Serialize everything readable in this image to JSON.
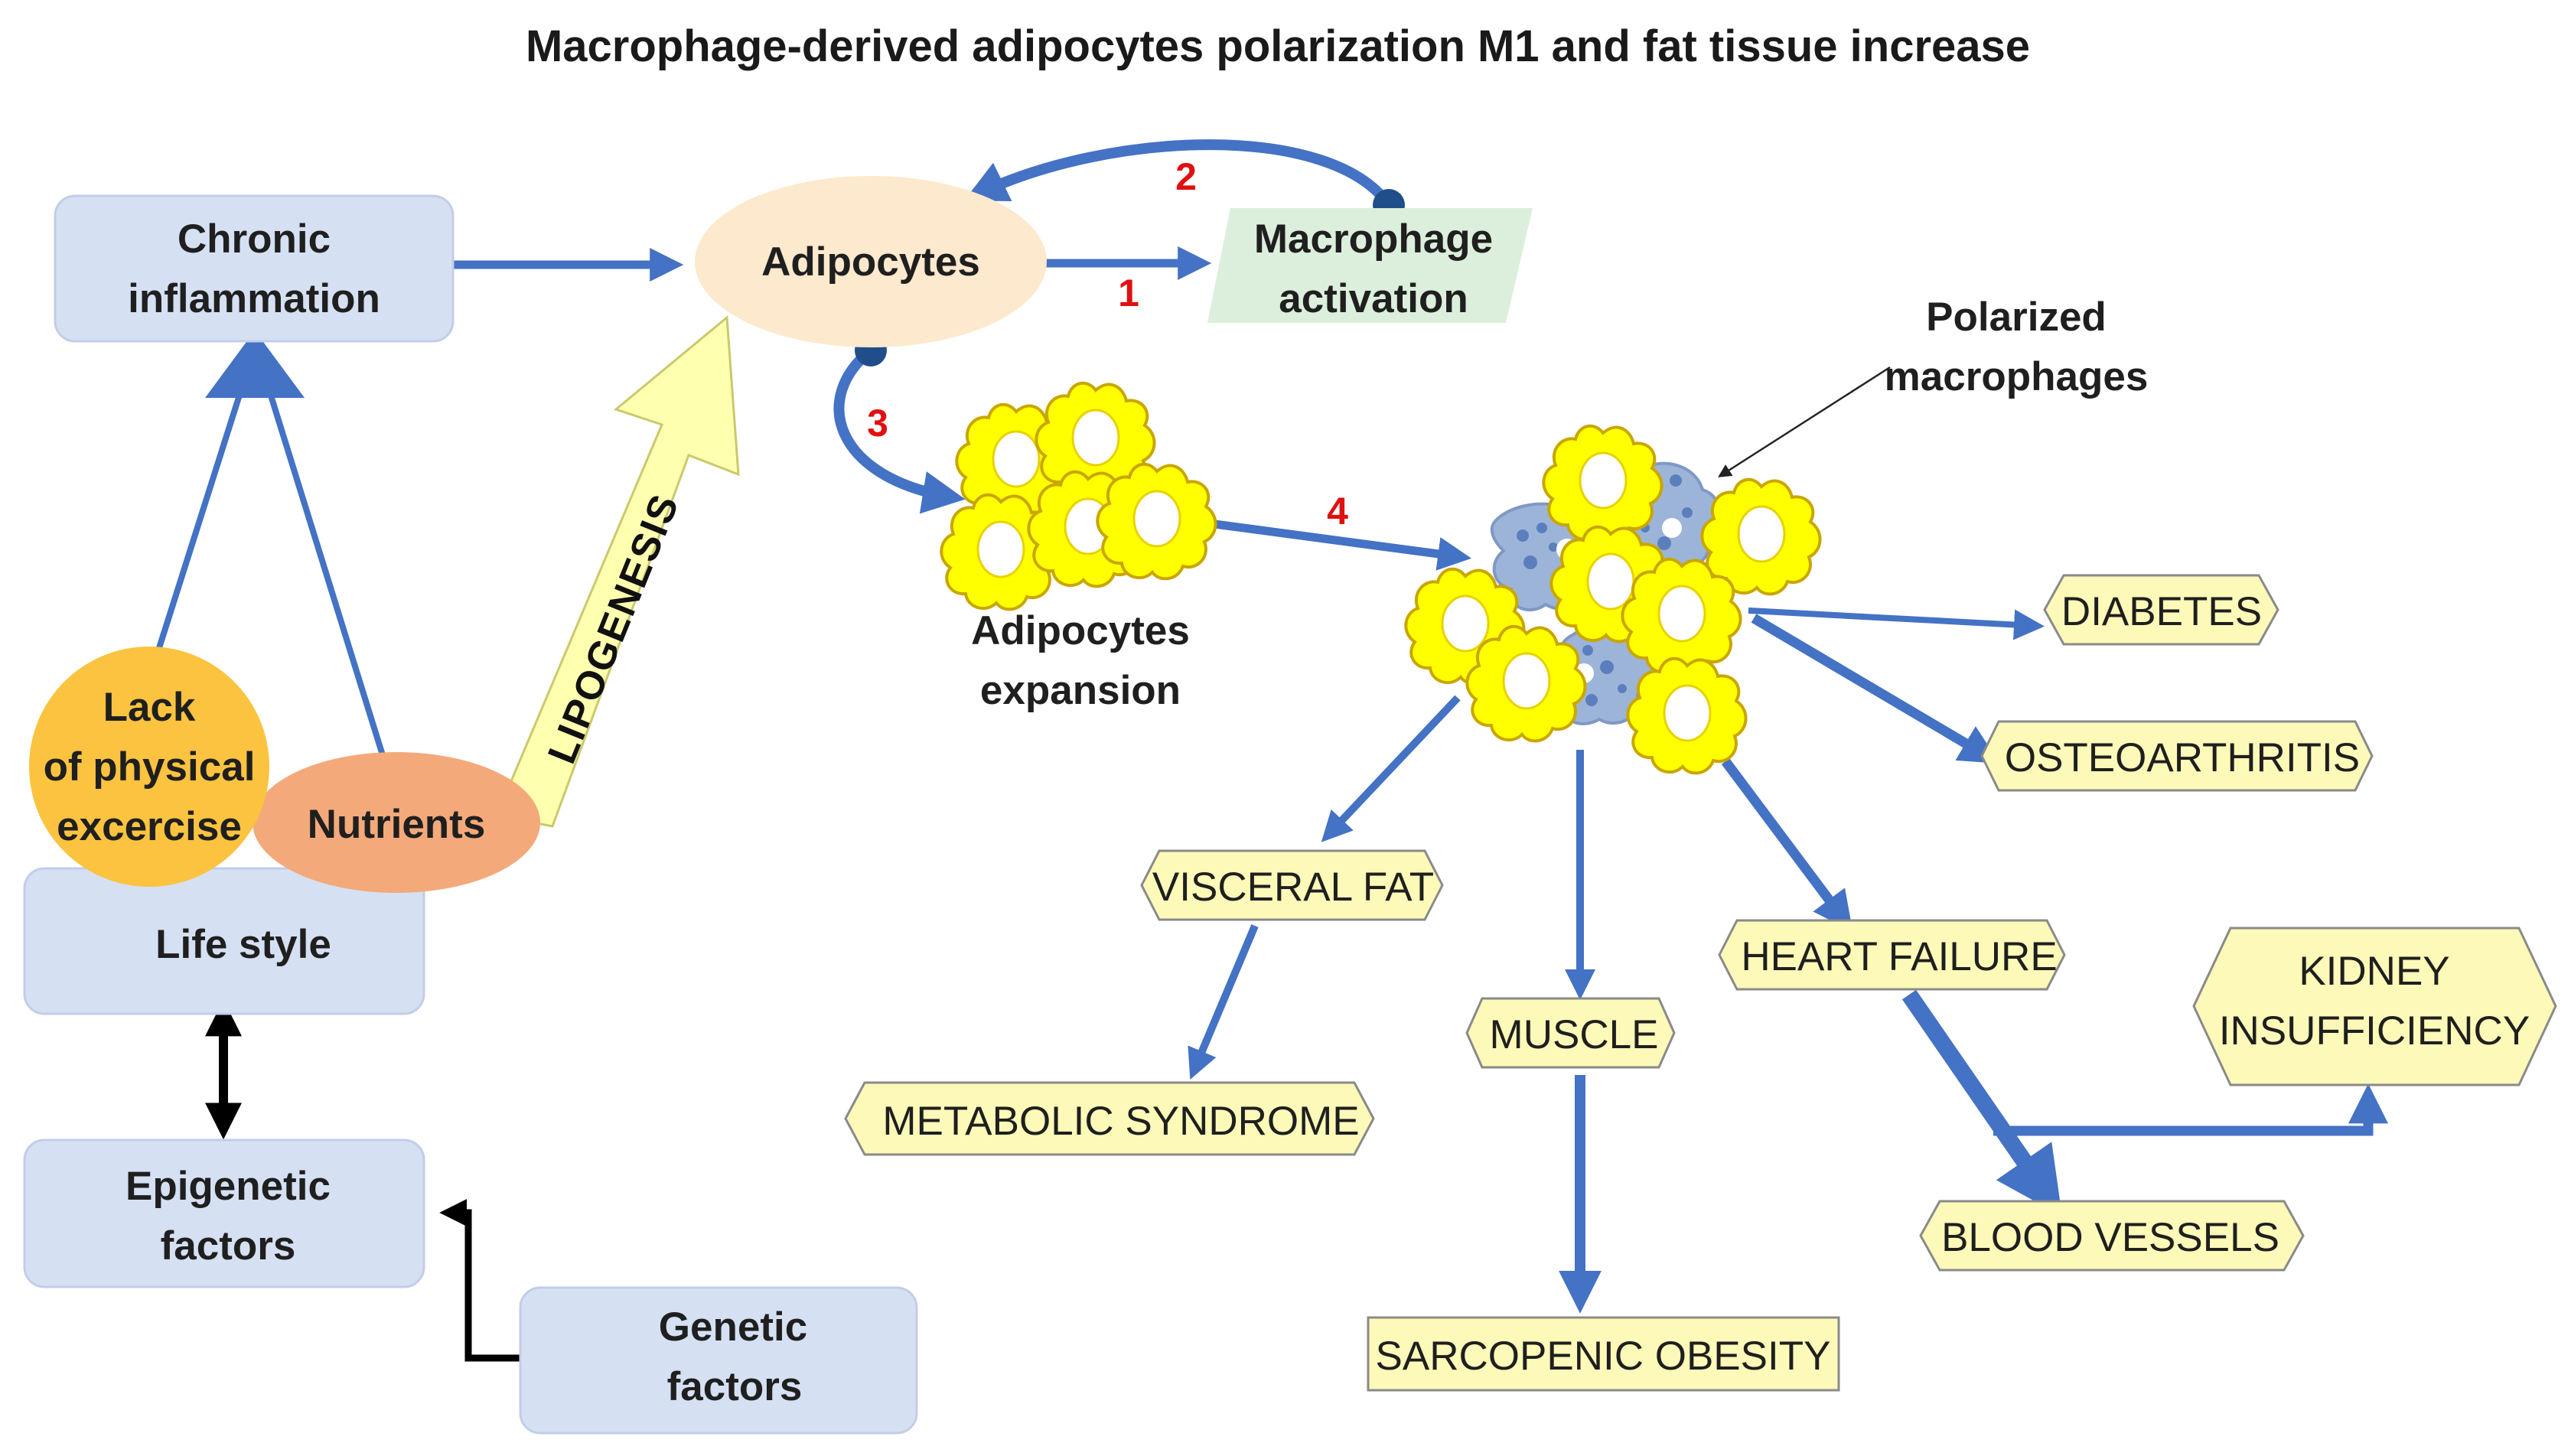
{
  "title": "Macrophage-derived adipocytes  polarization M1 and fat tissue increase",
  "nodes": {
    "chronic_inflammation": [
      "Chronic",
      "inflammation"
    ],
    "adipocytes": "Adipocytes",
    "macrophage_activation": [
      "Macrophage",
      "activation"
    ],
    "polarized_macrophages": [
      "Polarized",
      "macrophages"
    ],
    "adipocytes_expansion": [
      "Adipocytes",
      "expansion"
    ],
    "lack_of_exercise": [
      "Lack",
      "of physical",
      "excercise"
    ],
    "nutrients": "Nutrients",
    "life_style": "Life style",
    "epigenetic_factors": [
      "Epigenetic",
      "factors"
    ],
    "genetic_factors": [
      "Genetic",
      "factors"
    ],
    "lipogenesis": "LIPOGENESIS"
  },
  "outcomes": {
    "diabetes": "DIABETES",
    "osteoarthritis": "OSTEOARTHRITIS",
    "visceral_fat": "VISCERAL FAT",
    "heart_failure": "HEART FAILURE",
    "kidney_insufficiency": [
      "KIDNEY",
      "INSUFFICIENCY"
    ],
    "muscle": "MUSCLE",
    "metabolic_syndrome": "METABOLIC SYNDROME",
    "blood_vessels": "BLOOD VESSELS",
    "sarcopenic_obesity": "SARCOPENIC  OBESITY"
  },
  "step_numbers": [
    "1",
    "2",
    "3",
    "4"
  ],
  "colors": {
    "arrow": "#4472c4",
    "box_fill": "#d6e0f3",
    "outcome_fill": "#fdf9b8",
    "step_number": "#e01010",
    "adipocyte_cell": "#ffff00",
    "macrophage": "#9db4d9"
  }
}
